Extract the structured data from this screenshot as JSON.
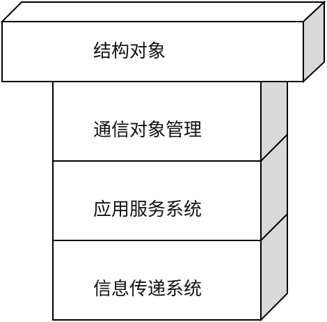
{
  "diagram": {
    "top_block": {
      "label": "结构对象"
    },
    "layers": [
      {
        "label": "通信对象管理"
      },
      {
        "label": "应用服务系统"
      },
      {
        "label": "信息传递系统"
      }
    ]
  },
  "colors": {
    "stroke": "#000000",
    "face": "#ffffff",
    "side_shade": "#d9d9d9",
    "text": "#111111"
  }
}
